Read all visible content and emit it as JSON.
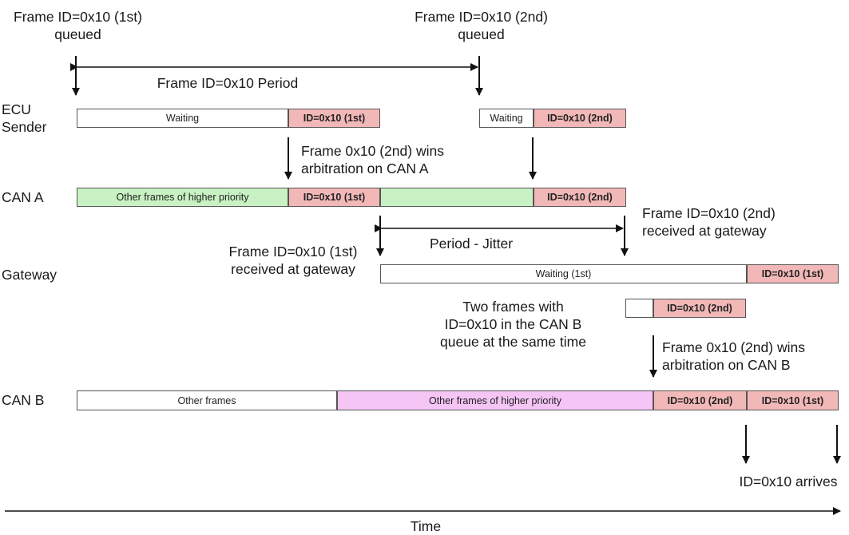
{
  "rows": {
    "ecu_sender": "ECU\nSender",
    "can_a": "CAN A",
    "gateway": "Gateway",
    "can_b": "CAN B"
  },
  "annotations": {
    "queued_1st": "Frame ID=0x10 (1st)\nqueued",
    "queued_2nd": "Frame ID=0x10 (2nd)\nqueued",
    "period": "Frame ID=0x10 Period",
    "wins_can_a": "Frame 0x10 (2nd) wins\narbitration on CAN A",
    "received_2nd": "Frame ID=0x10 (2nd)\nreceived at gateway",
    "period_jitter": "Period - Jitter",
    "received_1st": "Frame ID=0x10 (1st)\nreceived at gateway",
    "two_frames": "Two frames with\nID=0x10 in the CAN B\nqueue at the same time",
    "wins_can_b": "Frame 0x10 (2nd) wins\narbitration on CAN B",
    "arrives": "ID=0x10 arrives",
    "time": "Time"
  },
  "bars": {
    "ecu_waiting_1": "Waiting",
    "ecu_id_1st": "ID=0x10 (1st)",
    "ecu_waiting_2": "Waiting",
    "ecu_id_2nd": "ID=0x10 (2nd)",
    "cana_other": "Other frames of higher priority",
    "cana_id_1st": "ID=0x10 (1st)",
    "cana_green_2": "",
    "cana_id_2nd": "ID=0x10 (2nd)",
    "gw_waiting": "Waiting (1st)",
    "gw_id_1st": "ID=0x10 (1st)",
    "gw_small_white": "",
    "gw_id_2nd": "ID=0x10 (2nd)",
    "canb_other": "Other frames",
    "canb_higher": "Other frames of higher priority",
    "canb_id_2nd": "ID=0x10 (2nd)",
    "canb_id_1st": "ID=0x10 (1st)"
  },
  "colors": {
    "pink": "#f2b8b8",
    "green": "#c8f2c3",
    "magenta": "#f5c5f5"
  }
}
